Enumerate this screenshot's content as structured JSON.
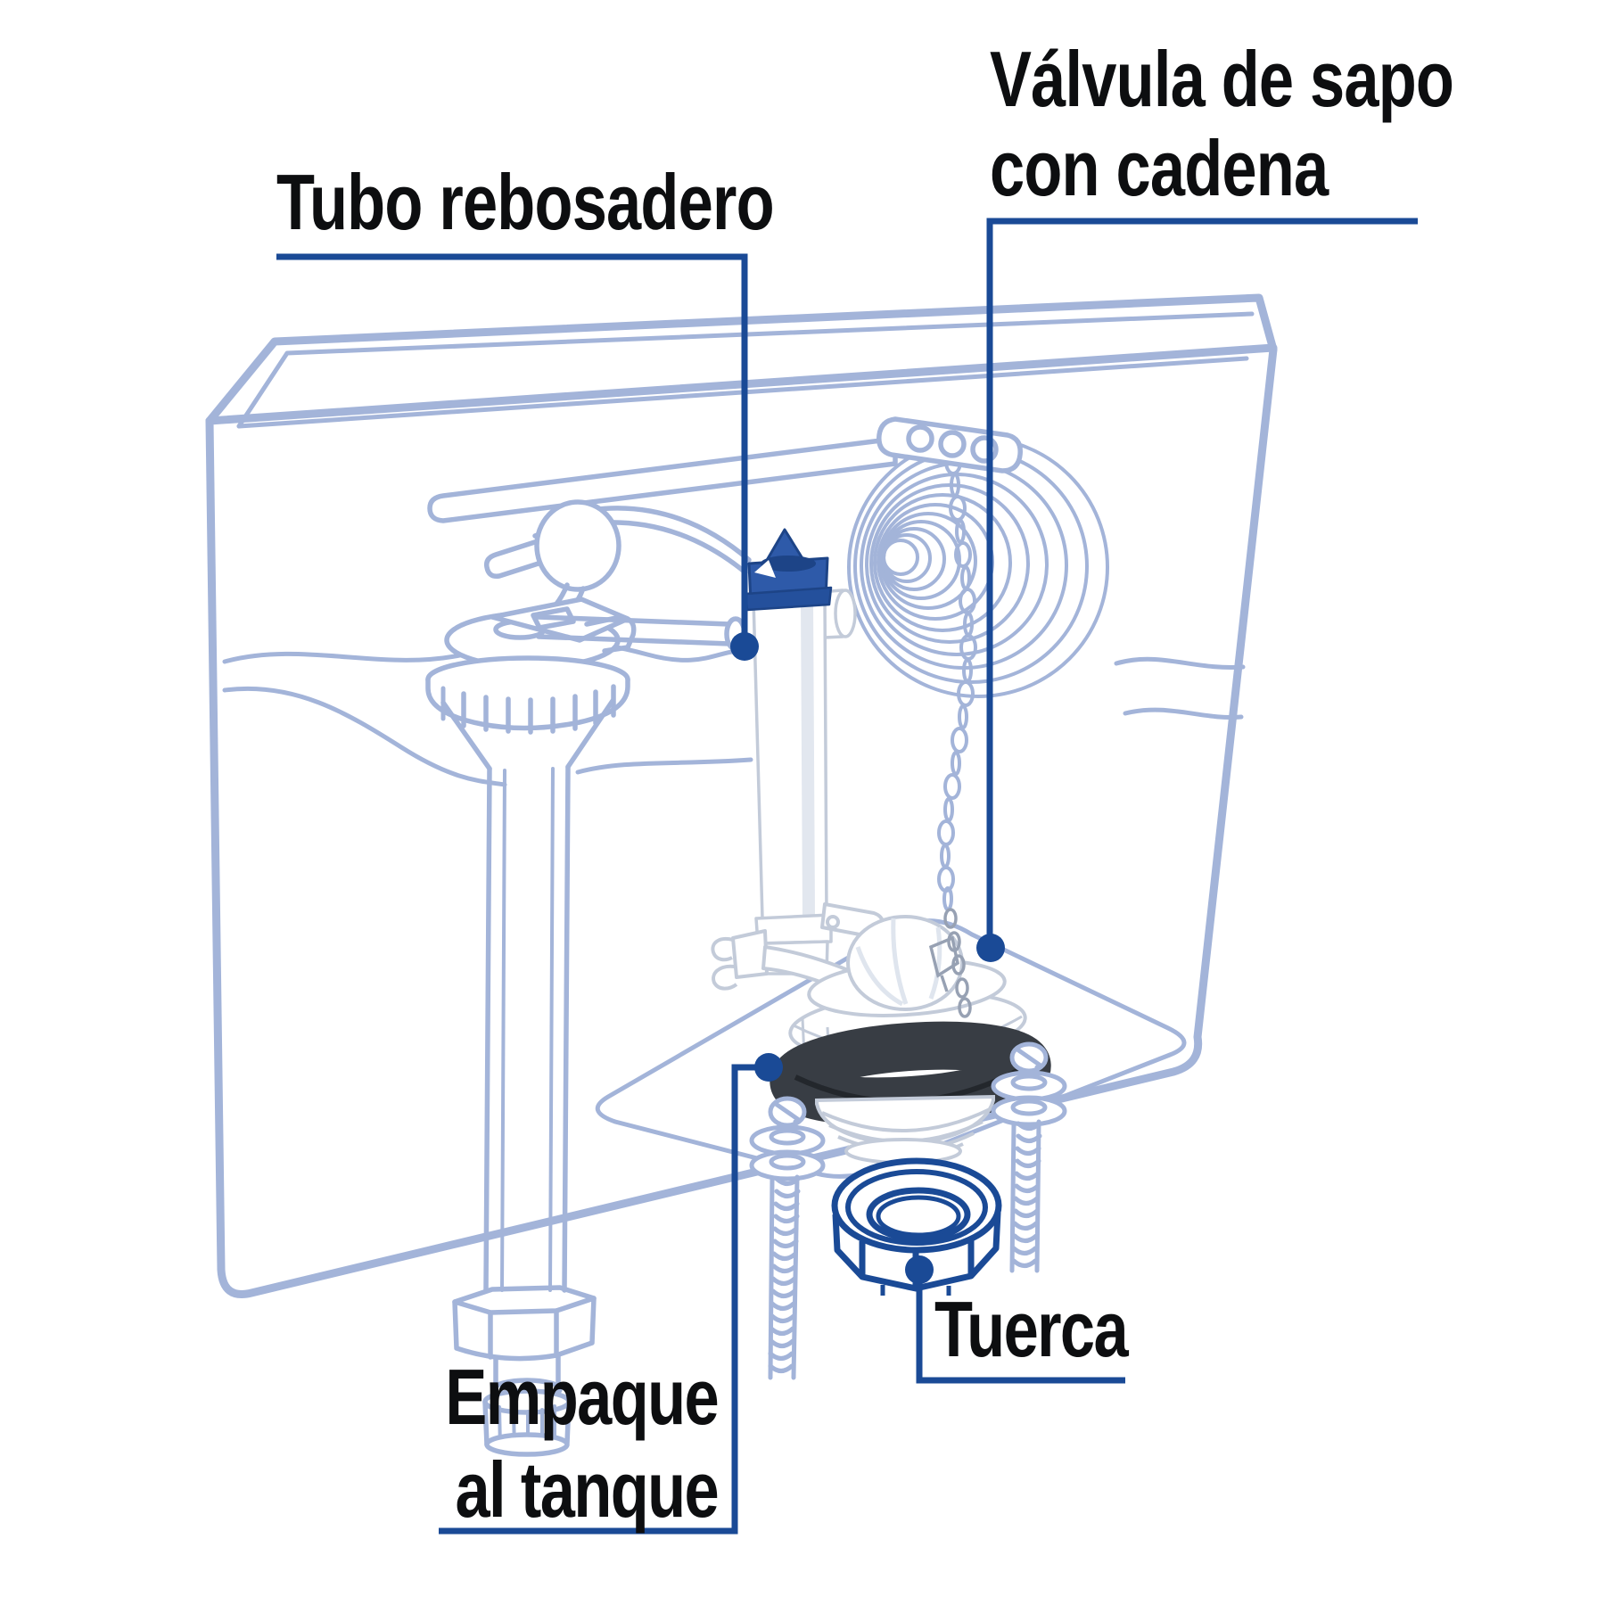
{
  "page": {
    "type": "product-diagram",
    "subject": "toilet tank flush and fill mechanism",
    "background": "#ffffff"
  },
  "labels": {
    "overflow_tube": "Tubo rebosadero",
    "flapper_valve_line1": "Válvula de sapo",
    "flapper_valve_line2": "con cadena",
    "tank_gasket_line1": "Empaque",
    "tank_gasket_line2": "al tanque",
    "nut": "Tuerca"
  },
  "colors": {
    "label_text": "#0d0e10",
    "leader_line": "#1a4a96",
    "line_art_blue": "#a3b4d9",
    "white_part_outline": "#c3cbd9",
    "tube_cap_blue": "#2e5aa9",
    "tube_cap_shadow": "#1d4487",
    "gasket_dark": "#383d44",
    "metal_clip_gray": "#97a1b3",
    "background": "#ffffff"
  }
}
